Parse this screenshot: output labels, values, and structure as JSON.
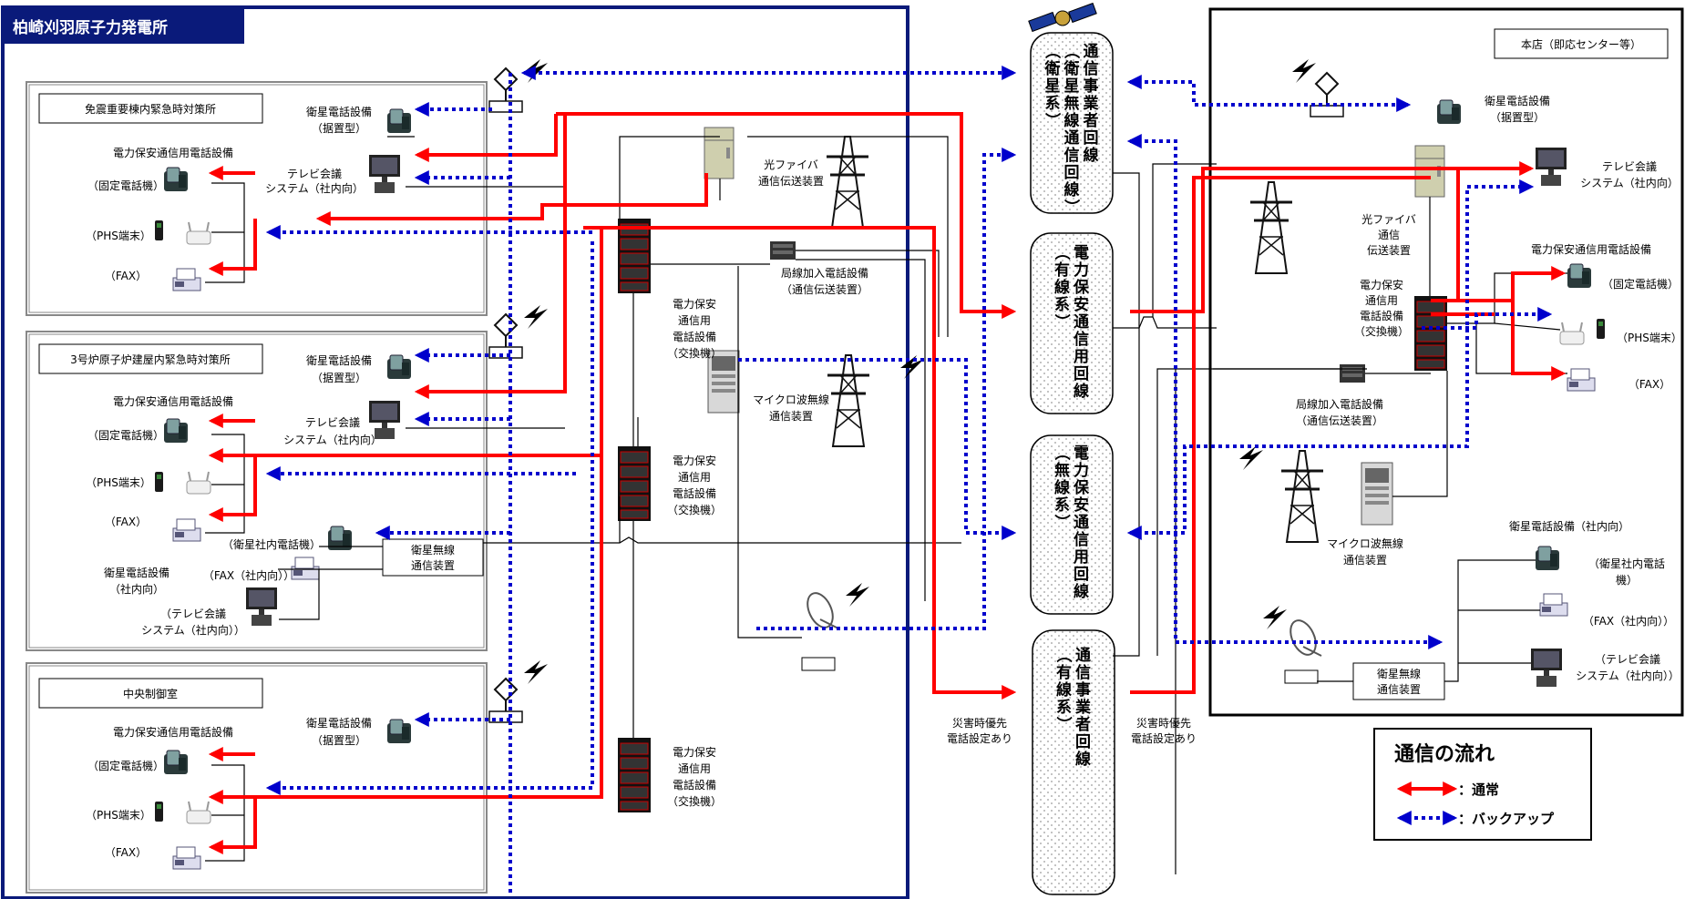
{
  "plant": {
    "title": "柏崎刈羽原子力発電所",
    "sections": [
      {
        "name": "免震重要棟内緊急時対策所",
        "sat_phone_label": "衛星電話設備",
        "sat_phone_sub": "（据置型）",
        "tv_label": "テレビ会議",
        "tv_sub": "システム（社内向）",
        "power_phone_label": "電力保安通信用電話設備",
        "fixed_label": "（固定電話機）",
        "phs_label": "（PHS端末）",
        "fax_label": "（FAX）"
      },
      {
        "name": "3号炉原子炉建屋内緊急時対策所",
        "sat_phone_label": "衛星電話設備",
        "sat_phone_sub": "（据置型）",
        "tv_label": "テレビ会議",
        "tv_sub": "システム（社内向）",
        "power_phone_label": "電力保安通信用電話設備",
        "fixed_label": "（固定電話機）",
        "phs_label": "（PHS端末）",
        "fax_label": "（FAX）",
        "sat_internal_label": "（衛星社内電話機）",
        "sat_equip_label": "衛星電話設備",
        "sat_equip_sub": "（社内向）",
        "fax_internal_label": "（FAX（社内向））",
        "tv_internal_label": "（テレビ会議",
        "tv_internal_sub": "システム（社内向））",
        "sat_radio_label": "衛星無線",
        "sat_radio_sub": "通信装置"
      },
      {
        "name": "中央制御室",
        "sat_phone_label": "衛星電話設備",
        "sat_phone_sub": "（据置型）",
        "power_phone_label": "電力保安通信用電話設備",
        "fixed_label": "（固定電話機）",
        "phs_label": "（PHS端末）",
        "fax_label": "（FAX）"
      }
    ],
    "fiber_label": "光ファイバ",
    "fiber_sub": "通信伝送装置",
    "exchange_label": "局線加入電話設備",
    "exchange_sub": "（通信伝送装置）",
    "switch_label_1": "電力保安",
    "switch_label_2": "通信用",
    "switch_label_3": "電話設備",
    "switch_label_4": "（交換機）",
    "microwave_label": "マイクロ波無線",
    "microwave_sub": "通信装置"
  },
  "networks": {
    "sat_carrier": [
      "通信事業者回線",
      "（衛星無線通信回線）",
      "（衛星系）"
    ],
    "wired_power": [
      "電力保安通信用回線",
      "（有線系）"
    ],
    "wireless_power": [
      "電力保安通信用回線",
      "（無線系）"
    ],
    "wired_carrier": [
      "通信事業者回線",
      "（有線系）"
    ],
    "disaster_left": "災害時優先",
    "disaster_left_sub": "電話設定あり",
    "disaster_right": "災害時優先",
    "disaster_right_sub": "電話設定あり"
  },
  "hq": {
    "title": "本店（即応センター等）",
    "sat_phone_label": "衛星電話設備",
    "sat_phone_sub": "（据置型）",
    "tv_label": "テレビ会議",
    "tv_sub": "システム（社内向）",
    "fiber_label": "光ファイバ",
    "fiber_sub1": "通信",
    "fiber_sub2": "伝送装置",
    "switch_label_1": "電力保安",
    "switch_label_2": "通信用",
    "switch_label_3": "電話設備",
    "switch_label_4": "（交換機）",
    "power_phone_label": "電力保安通信用電話設備",
    "fixed_label": "（固定電話機）",
    "phs_label": "（PHS端末）",
    "fax_label": "（FAX）",
    "exchange_label": "局線加入電話設備",
    "exchange_sub": "（通信伝送装置）",
    "microwave_label": "マイクロ波無線",
    "microwave_sub": "通信装置",
    "sat_internal_equip": "衛星電話設備（社内向）",
    "sat_internal_phone_1": "（衛星社内電話",
    "sat_internal_phone_2": "機）",
    "fax_internal_label": "（FAX（社内向））",
    "tv_internal_label": "（テレビ会議",
    "tv_internal_sub": "システム（社内向））",
    "sat_radio_label": "衛星無線",
    "sat_radio_sub": "通信装置"
  },
  "legend": {
    "title": "通信の流れ",
    "normal": "：通常",
    "backup": "：バックアップ"
  },
  "colors": {
    "normal": "#ff0000",
    "backup": "#0000cc",
    "plant_frame": "#0a1a7a",
    "title_bg": "#0a1a7a"
  }
}
